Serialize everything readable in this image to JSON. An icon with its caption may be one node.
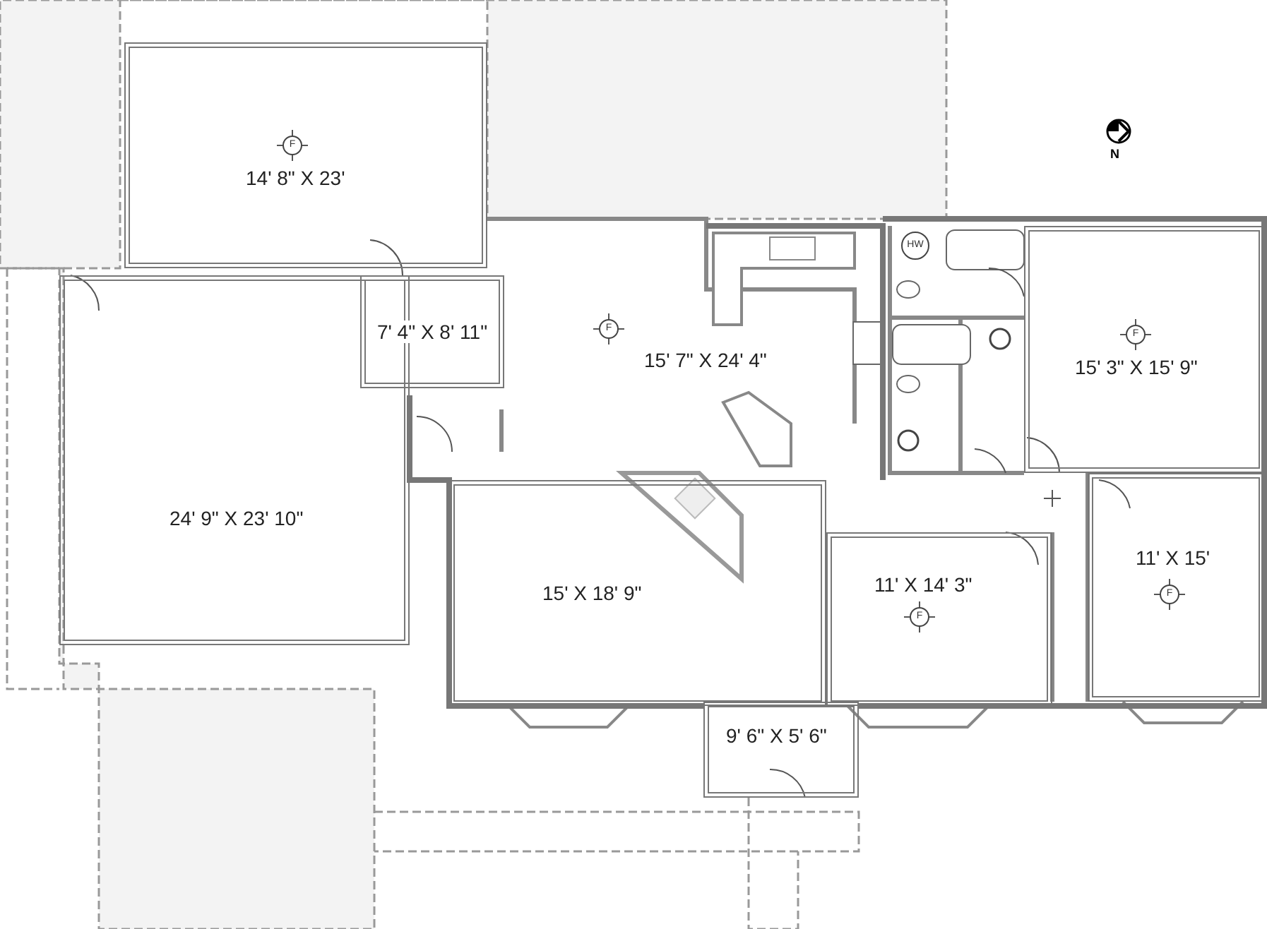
{
  "diagram": {
    "nodes": [
      {
        "text": [
          "14' 8\" X 23'"
        ]
      },
      {
        "text": [
          "7' 4\" X 8' 11\""
        ]
      },
      {
        "text": [
          "24' 9\" X 23' 10\""
        ]
      },
      {
        "text": [
          "15' 7\" X 24' 4\""
        ]
      },
      {
        "text": [
          "15' 3\" X 15' 9\""
        ]
      },
      {
        "text": [
          "15' X 18' 9\""
        ]
      },
      {
        "text": [
          "11' X 14' 3\""
        ]
      },
      {
        "text": [
          "11' X 15'"
        ]
      },
      {
        "text": [
          "9' 6\" X 5' 6\""
        ]
      }
    ],
    "labels": [
      "N",
      "F",
      "HW",
      "F",
      "F",
      "F",
      "F"
    ]
  }
}
